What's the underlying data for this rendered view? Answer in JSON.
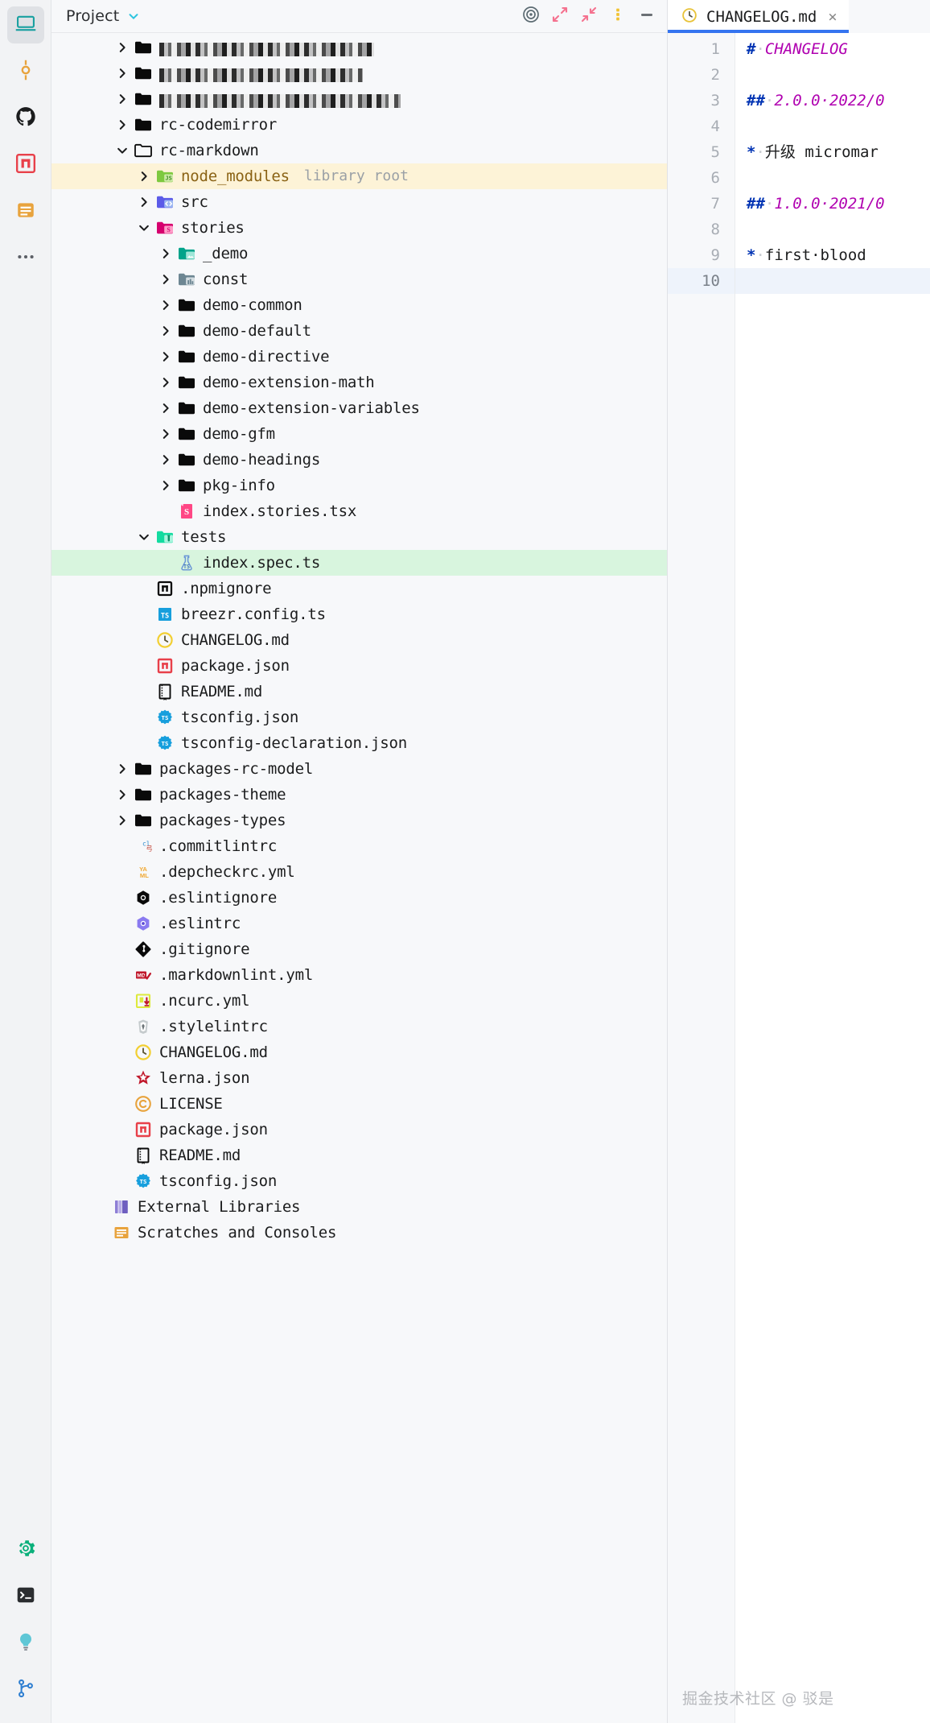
{
  "rail": {
    "items": [
      {
        "name": "project-view",
        "icon": "laptop-icon",
        "active": true
      },
      {
        "name": "commit",
        "icon": "commit-icon",
        "active": false
      },
      {
        "name": "pull-requests",
        "icon": "github-icon",
        "active": false
      },
      {
        "name": "npm",
        "icon": "npm-icon",
        "active": false
      },
      {
        "name": "database",
        "icon": "database-icon",
        "active": false
      },
      {
        "name": "more-tool-windows",
        "icon": "ellipsis-icon",
        "active": false
      }
    ],
    "bottom_items": [
      {
        "name": "settings",
        "icon": "gear-icon"
      },
      {
        "name": "terminal",
        "icon": "terminal-icon"
      },
      {
        "name": "problems",
        "icon": "bulb-icon"
      },
      {
        "name": "version-control",
        "icon": "branch-icon"
      }
    ]
  },
  "panel": {
    "title": "Project",
    "toolbar": [
      {
        "name": "select-opened-file",
        "icon": "target-icon"
      },
      {
        "name": "expand-all",
        "icon": "expand-arrows-icon"
      },
      {
        "name": "collapse-all",
        "icon": "collapse-arrows-icon"
      },
      {
        "name": "options-menu",
        "icon": "vertical-dots-icon"
      },
      {
        "name": "hide-panel",
        "icon": "minimize-icon"
      }
    ]
  },
  "tree": {
    "node_modules_note": "library root",
    "rows": [
      {
        "indent": 1,
        "arrow": "right",
        "icon": "folder-black",
        "label": "",
        "redacted": true,
        "redact_width": 267
      },
      {
        "indent": 1,
        "arrow": "right",
        "icon": "folder-black",
        "label": "",
        "redacted": true,
        "redact_width": 253
      },
      {
        "indent": 1,
        "arrow": "right",
        "icon": "folder-black",
        "label": "",
        "redacted": true,
        "redact_width": 300
      },
      {
        "indent": 1,
        "arrow": "right",
        "icon": "folder-black",
        "label": "rc-codemirror"
      },
      {
        "indent": 1,
        "arrow": "down",
        "icon": "folder-open",
        "label": "rc-markdown"
      },
      {
        "indent": 2,
        "arrow": "right",
        "icon": "folder-node",
        "label": "node_modules",
        "note": "library root",
        "highlight": "node"
      },
      {
        "indent": 2,
        "arrow": "right",
        "icon": "folder-src",
        "label": "src"
      },
      {
        "indent": 2,
        "arrow": "down",
        "icon": "folder-stories",
        "label": "stories"
      },
      {
        "indent": 3,
        "arrow": "right",
        "icon": "folder-demo",
        "label": "_demo"
      },
      {
        "indent": 3,
        "arrow": "right",
        "icon": "folder-const",
        "label": "const"
      },
      {
        "indent": 3,
        "arrow": "right",
        "icon": "folder-black",
        "label": "demo-common"
      },
      {
        "indent": 3,
        "arrow": "right",
        "icon": "folder-black",
        "label": "demo-default"
      },
      {
        "indent": 3,
        "arrow": "right",
        "icon": "folder-black",
        "label": "demo-directive"
      },
      {
        "indent": 3,
        "arrow": "right",
        "icon": "folder-black",
        "label": "demo-extension-math"
      },
      {
        "indent": 3,
        "arrow": "right",
        "icon": "folder-black",
        "label": "demo-extension-variables"
      },
      {
        "indent": 3,
        "arrow": "right",
        "icon": "folder-black",
        "label": "demo-gfm"
      },
      {
        "indent": 3,
        "arrow": "right",
        "icon": "folder-black",
        "label": "demo-headings"
      },
      {
        "indent": 3,
        "arrow": "right",
        "icon": "folder-black",
        "label": "pkg-info"
      },
      {
        "indent": 3,
        "arrow": "none",
        "icon": "file-storybook",
        "label": "index.stories.tsx"
      },
      {
        "indent": 2,
        "arrow": "down",
        "icon": "folder-tests",
        "label": "tests"
      },
      {
        "indent": 3,
        "arrow": "none",
        "icon": "file-spec-ts",
        "label": "index.spec.ts",
        "highlight": "sel"
      },
      {
        "indent": 2,
        "arrow": "none",
        "icon": "file-npmignore",
        "label": ".npmignore"
      },
      {
        "indent": 2,
        "arrow": "none",
        "icon": "file-ts",
        "label": "breezr.config.ts"
      },
      {
        "indent": 2,
        "arrow": "none",
        "icon": "file-changelog",
        "label": "CHANGELOG.md"
      },
      {
        "indent": 2,
        "arrow": "none",
        "icon": "file-npm",
        "label": "package.json"
      },
      {
        "indent": 2,
        "arrow": "none",
        "icon": "file-readme",
        "label": "README.md"
      },
      {
        "indent": 2,
        "arrow": "none",
        "icon": "file-tsconfig",
        "label": "tsconfig.json"
      },
      {
        "indent": 2,
        "arrow": "none",
        "icon": "file-tsconfig",
        "label": "tsconfig-declaration.json"
      },
      {
        "indent": 1,
        "arrow": "right",
        "icon": "folder-black",
        "label": "packages-rc-model"
      },
      {
        "indent": 1,
        "arrow": "right",
        "icon": "folder-black",
        "label": "packages-theme"
      },
      {
        "indent": 1,
        "arrow": "right",
        "icon": "folder-black",
        "label": "packages-types"
      },
      {
        "indent": 1,
        "arrow": "none",
        "icon": "file-commitlint",
        "label": ".commitlintrc"
      },
      {
        "indent": 1,
        "arrow": "none",
        "icon": "file-yaml",
        "label": ".depcheckrc.yml"
      },
      {
        "indent": 1,
        "arrow": "none",
        "icon": "file-eslintignore",
        "label": ".eslintignore"
      },
      {
        "indent": 1,
        "arrow": "none",
        "icon": "file-eslintrc",
        "label": ".eslintrc"
      },
      {
        "indent": 1,
        "arrow": "none",
        "icon": "file-git",
        "label": ".gitignore"
      },
      {
        "indent": 1,
        "arrow": "none",
        "icon": "file-markdownlint",
        "label": ".markdownlint.yml"
      },
      {
        "indent": 1,
        "arrow": "none",
        "icon": "file-ncurc",
        "label": ".ncurc.yml"
      },
      {
        "indent": 1,
        "arrow": "none",
        "icon": "file-stylelint",
        "label": ".stylelintrc"
      },
      {
        "indent": 1,
        "arrow": "none",
        "icon": "file-changelog",
        "label": "CHANGELOG.md"
      },
      {
        "indent": 1,
        "arrow": "none",
        "icon": "file-lerna",
        "label": "lerna.json"
      },
      {
        "indent": 1,
        "arrow": "none",
        "icon": "file-license",
        "label": "LICENSE"
      },
      {
        "indent": 1,
        "arrow": "none",
        "icon": "file-npm",
        "label": "package.json"
      },
      {
        "indent": 1,
        "arrow": "none",
        "icon": "file-readme",
        "label": "README.md"
      },
      {
        "indent": 1,
        "arrow": "none",
        "icon": "file-tsconfig",
        "label": "tsconfig.json"
      },
      {
        "indent": 0,
        "arrow": "none",
        "icon": "ext-libraries",
        "label": "External Libraries"
      },
      {
        "indent": 0,
        "arrow": "none",
        "icon": "scratches",
        "label": "Scratches and Consoles"
      }
    ]
  },
  "editor": {
    "tab": {
      "icon": "clock-icon",
      "name": "CHANGELOG.md",
      "close": "×"
    },
    "current_line": 10,
    "lines": [
      {
        "n": 1,
        "segments": [
          {
            "t": "mark",
            "v": "#"
          },
          {
            "t": "dot",
            "v": "·"
          },
          {
            "t": "head",
            "v": "CHANGELOG"
          }
        ]
      },
      {
        "n": 2,
        "segments": []
      },
      {
        "n": 3,
        "segments": [
          {
            "t": "mark",
            "v": "##"
          },
          {
            "t": "dot",
            "v": "·"
          },
          {
            "t": "head",
            "v": "2.0.0·2022/0"
          }
        ]
      },
      {
        "n": 4,
        "segments": []
      },
      {
        "n": 5,
        "segments": [
          {
            "t": "bullet",
            "v": "*"
          },
          {
            "t": "dot",
            "v": "·"
          },
          {
            "t": "text",
            "v": "升级 micromar"
          }
        ]
      },
      {
        "n": 6,
        "segments": []
      },
      {
        "n": 7,
        "segments": [
          {
            "t": "mark",
            "v": "##"
          },
          {
            "t": "dot",
            "v": "·"
          },
          {
            "t": "head",
            "v": "1.0.0·2021/0"
          }
        ]
      },
      {
        "n": 8,
        "segments": []
      },
      {
        "n": 9,
        "segments": [
          {
            "t": "bullet",
            "v": "*"
          },
          {
            "t": "dot",
            "v": "·"
          },
          {
            "t": "text",
            "v": "first·blood"
          }
        ]
      },
      {
        "n": 10,
        "segments": []
      }
    ],
    "watermark": "掘金技术社区 @ 驳是"
  },
  "colors": {
    "accent_blue": "#3574f0",
    "highlight_node": "#fdf3d7",
    "highlight_selected": "#d8f5de",
    "md_mark": "#0033b3",
    "md_head": "#b000b0"
  }
}
